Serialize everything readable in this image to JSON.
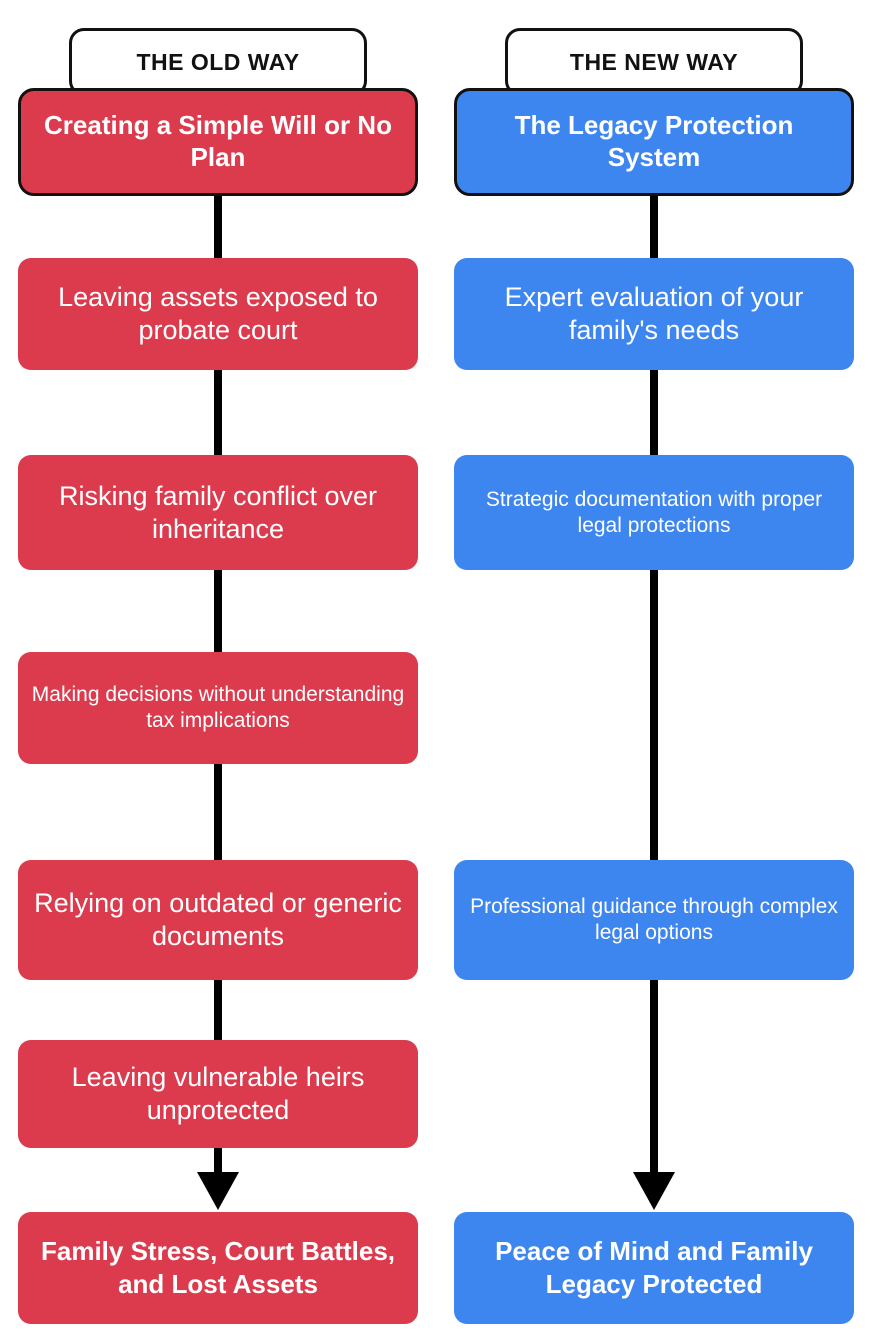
{
  "diagram": {
    "title": "The Old Way vs The New Way",
    "colors": {
      "old_way": "#DC3B4E",
      "new_way": "#3D85EF",
      "connector": "#000000",
      "header_border": "#111111",
      "background": "#FFFFFF"
    }
  },
  "columns": [
    {
      "id": "old-way",
      "header": "THE OLD WAY",
      "top_node": "Creating a Simple Will or No Plan",
      "steps": [
        {
          "text": "Leaving assets exposed to probate court",
          "size": "normal"
        },
        {
          "text": "Risking family conflict over inheritance",
          "size": "normal"
        },
        {
          "text": "Making decisions without understanding tax implications",
          "size": "small"
        },
        {
          "text": "Relying on outdated or generic documents",
          "size": "normal"
        },
        {
          "text": "Leaving vulnerable heirs unprotected",
          "size": "normal"
        }
      ],
      "outcome": "Family Stress, Court Battles, and Lost Assets"
    },
    {
      "id": "new-way",
      "header": "THE NEW WAY",
      "top_node": "The Legacy Protection System",
      "steps": [
        {
          "text": "Expert evaluation of your family's needs",
          "size": "normal"
        },
        {
          "text": "Strategic documentation with proper legal protections",
          "size": "small"
        },
        {
          "text": "",
          "size": "normal"
        },
        {
          "text": "Professional guidance through complex legal options",
          "size": "small"
        },
        {
          "text": "",
          "size": "normal"
        }
      ],
      "outcome": "Peace of Mind and Family Legacy Protected"
    }
  ]
}
